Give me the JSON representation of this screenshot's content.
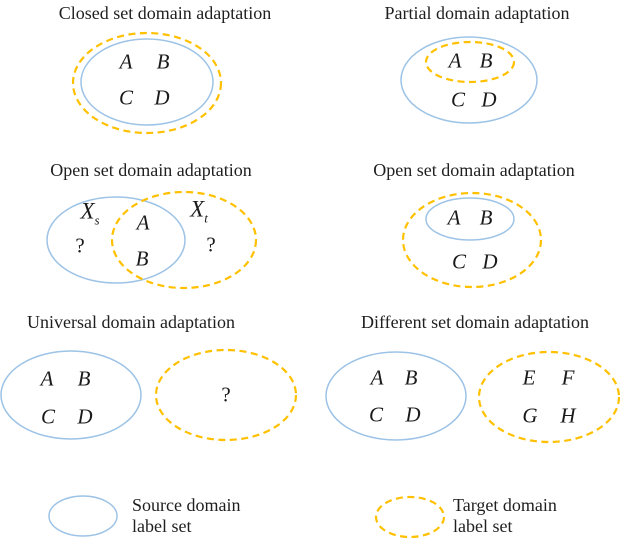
{
  "colors": {
    "source_stroke": "#9DC3E6",
    "target_stroke": "#FFC000",
    "text": "#1A1A1A"
  },
  "panels": [
    {
      "title": "Closed set domain adaptation",
      "letters": [
        "A",
        "B",
        "C",
        "D"
      ]
    },
    {
      "title": "Partial domain adaptation",
      "letters": [
        "A",
        "B",
        "C",
        "D"
      ]
    },
    {
      "title": "Open set domain adaptation",
      "source_set": {
        "base": "X",
        "sub": "s"
      },
      "target_set": {
        "base": "X",
        "sub": "t"
      },
      "shared_letters": [
        "A",
        "B"
      ],
      "source_unknown": "?",
      "target_unknown": "?"
    },
    {
      "title": "Open set domain adaptation",
      "letters": [
        "A",
        "B",
        "C",
        "D"
      ]
    },
    {
      "title": "Universal domain adaptation",
      "letters": [
        "A",
        "B",
        "C",
        "D"
      ],
      "target_unknown": "?"
    },
    {
      "title": "Different set domain adaptation",
      "source_letters": [
        "A",
        "B",
        "C",
        "D"
      ],
      "target_letters": [
        "E",
        "F",
        "G",
        "H"
      ]
    }
  ],
  "legend": {
    "source": {
      "lines": [
        "Source domain",
        "label set"
      ]
    },
    "target": {
      "lines": [
        "Target domain",
        "label set"
      ]
    }
  }
}
